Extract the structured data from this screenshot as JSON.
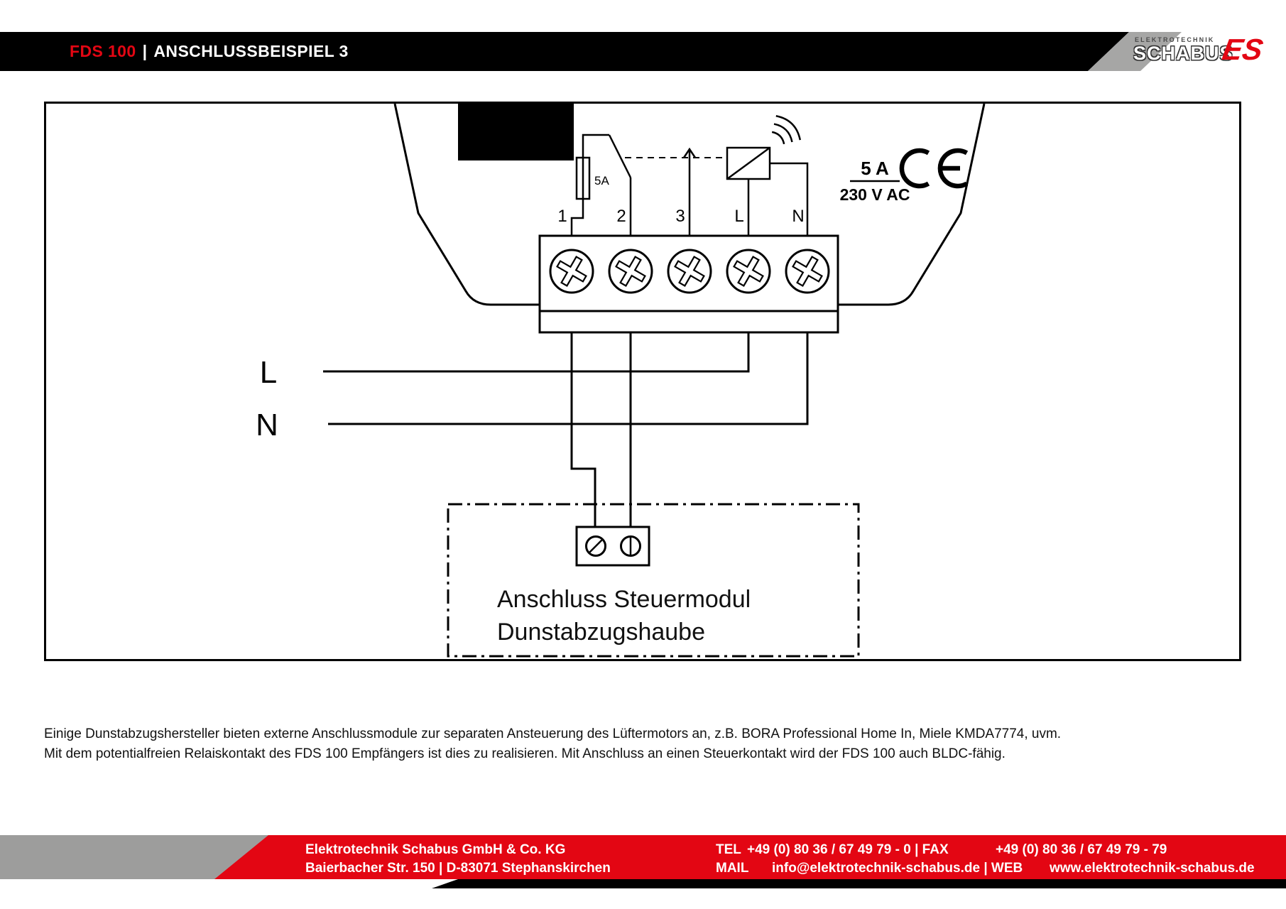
{
  "header": {
    "product": "FDS 100",
    "separator": "|",
    "title": "ANSCHLUSSBEISPIEL 3",
    "logo": {
      "line1": "ELEKTROTECHNIK",
      "line2": "SCHABUS",
      "mark": "ES"
    }
  },
  "diagram": {
    "fuse_label": "5A",
    "terminals": [
      "1",
      "2",
      "3",
      "L",
      "N"
    ],
    "rating_current": "5 A",
    "rating_voltage": "230 V AC",
    "ce_mark": "CE",
    "mains_l": "L",
    "mains_n": "N",
    "module_label_line1": "Anschluss Steuermodul",
    "module_label_line2": "Dunstabzugshaube"
  },
  "body_text": {
    "line1": "Einige Dunstabzugshersteller bieten externe Anschlussmodule zur separaten Ansteuerung des Lüftermotors an, z.B. BORA Professional Home In, Miele KMDA7774, uvm.",
    "line2": "Mit dem potentialfreien Relaiskontakt des FDS 100 Empfängers ist dies zu realisieren. Mit Anschluss an einen Steuerkontakt wird der FDS 100 auch BLDC-fähig."
  },
  "footer": {
    "company_name": "Elektrotechnik Schabus GmbH & Co. KG",
    "company_address": "Baierbacher Str. 150 | D-83071 Stephanskirchen",
    "tel_label": "TEL",
    "tel_value": "+49 (0) 80 36 / 67 49 79 - 0 | FAX",
    "fax_value": "+49 (0) 80 36 / 67 49 79 - 79",
    "mail_label": "MAIL",
    "mail_value": "info@elektrotechnik-schabus.de | WEB",
    "web_value": "www.elektrotechnik-schabus.de"
  },
  "colors": {
    "accent_red": "#e30613",
    "gray": "#9d9d9c"
  }
}
